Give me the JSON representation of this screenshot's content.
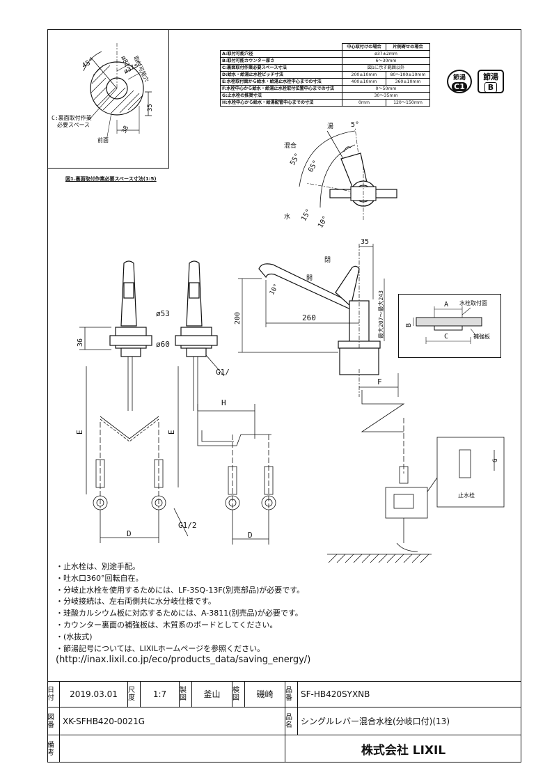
{
  "inset": {
    "angle": "45°",
    "dia_outer": "ø82",
    "hole_label": "取付可能穴",
    "hole_dia": "ø37±2",
    "dim_35": "35",
    "dim_38": "38",
    "c_label_line1": "C:裏面取付作業",
    "c_label_line2": "必要スペース",
    "front_label": "前面",
    "caption": "図1.裏面取付作業必要スペース寸法(1:5)"
  },
  "spec_table": {
    "col1": "中心取付けの場合",
    "col2": "片側寄せの場合",
    "rows": [
      {
        "label": "A:取付可能穴径",
        "v1": "ø37±2mm",
        "v2": ""
      },
      {
        "label": "B:取付可能カウンター厚さ",
        "v1": "6～30mm",
        "v2": ""
      },
      {
        "label": "C:裏面取付作業必要スペース寸法",
        "v1": "図1に示す範囲以外",
        "v2": ""
      },
      {
        "label": "D:給水・給湯止水栓ピッチ寸法",
        "v1": "200±10mm",
        "v2": "80～100±10mm"
      },
      {
        "label": "E:水栓取付面から給水・給湯止水栓中心までの寸法",
        "v1": "400±10mm",
        "v2": "360±10mm"
      },
      {
        "label": "F:水栓中心から給水・給湯止水栓取付位置中心までの寸法",
        "v1": "0～50mm",
        "v2": ""
      },
      {
        "label": "G:止水栓の推奨寸法",
        "v1": "30～35mm",
        "v2": ""
      },
      {
        "label": "H:水栓中心から給水・給湯配管中心までの寸法",
        "v1": "0mm",
        "v2": "120～150mm"
      }
    ]
  },
  "badges": {
    "badge1_top": "節湯",
    "badge1_bottom": "C1",
    "badge2_top": "節湯",
    "badge2_bottom": "B"
  },
  "drawing_labels": {
    "hot": "湯",
    "mix": "混合",
    "cold": "水",
    "a5": "5°",
    "a55": "55°",
    "a65": "65°",
    "a15": "15°",
    "a10": "10°",
    "close": "閉",
    "open": "開",
    "d35": "35",
    "d200": "200",
    "d260": "260",
    "d10deg": "10°",
    "d243": "最大207～最大243",
    "d53": "ø53",
    "d60": "ø60",
    "d36": "36",
    "g12a": "G1/2",
    "g12b": "G1/2",
    "dimE1": "E",
    "dimE2": "E",
    "dimH": "H",
    "dimD1": "D",
    "dimD2": "D",
    "dimF": "F",
    "dimA": "A",
    "dimB": "B",
    "dimC": "C",
    "dimG": "G",
    "mount_surface": "水栓取付面",
    "reinforce": "補強板",
    "stop_valve": "止水栓"
  },
  "notes": [
    "・止水栓は、別途手配。",
    "・吐水口360°回転自在。",
    "・分岐止水栓を使用するためには、LF-3SQ-13F(別売部品)が必要です。",
    "・分岐接続は、左右両側共に水分岐仕様です。",
    "・珪酸カルシウム板に対応するためには、A-3811(別売品)が必要です。",
    "・カウンター裏面の補強板は、木質系のボードとしてください。",
    "・(水抜式)",
    "・節湯記号については、LIXILホームページを参照ください。"
  ],
  "url": "(http://inax.lixil.co.jp/eco/products_data/saving_energy/)",
  "title_block": {
    "date_label": "日付",
    "date": "2019.03.01",
    "scale_label": "尺度",
    "scale": "1:7",
    "drawn_label": "製図",
    "drawn": "釜山",
    "check_label": "検図",
    "check": "磯崎",
    "prod_label": "品番",
    "prod": "SF-HB420SYXNB",
    "dwg_label": "図番",
    "dwg": "XK-SFHB420-0021G",
    "name_label": "品名",
    "name": "シングルレバー混合水栓(分岐口付)(13)",
    "remark_label": "備考",
    "company": "株式会社 LIXIL"
  }
}
